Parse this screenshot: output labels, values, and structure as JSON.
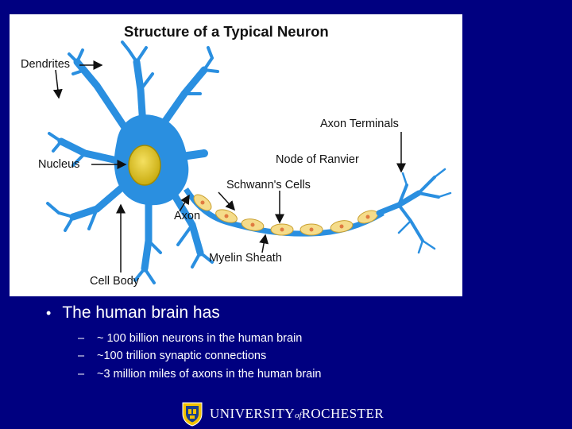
{
  "figure": {
    "title": "Structure of a Typical Neuron",
    "labels": {
      "dendrites": "Dendrites",
      "nucleus": "Nucleus",
      "axon": "Axon",
      "cell_body": "Cell Body",
      "schwann": "Schwann's Cells",
      "myelin": "Myelin Sheath",
      "node": "Node of Ranvier",
      "terminals": "Axon Terminals"
    },
    "colors": {
      "neuron": "#2a8fe0",
      "neuron_dark": "#1a6cc0",
      "nucleus": "#d8c21a",
      "schwann": "#f5dc8a",
      "schwann_core": "#e07a40"
    }
  },
  "bullet": {
    "main": "The human brain has",
    "items": [
      "~ 100 billion neurons in the human brain",
      "~100 trillion synaptic connections",
      "~3 million miles of axons in the human brain"
    ]
  },
  "footer": {
    "university": "UNIVERSITY",
    "of": "of",
    "rochester": "ROCHESTER",
    "seal_icon": "university-seal-icon"
  }
}
